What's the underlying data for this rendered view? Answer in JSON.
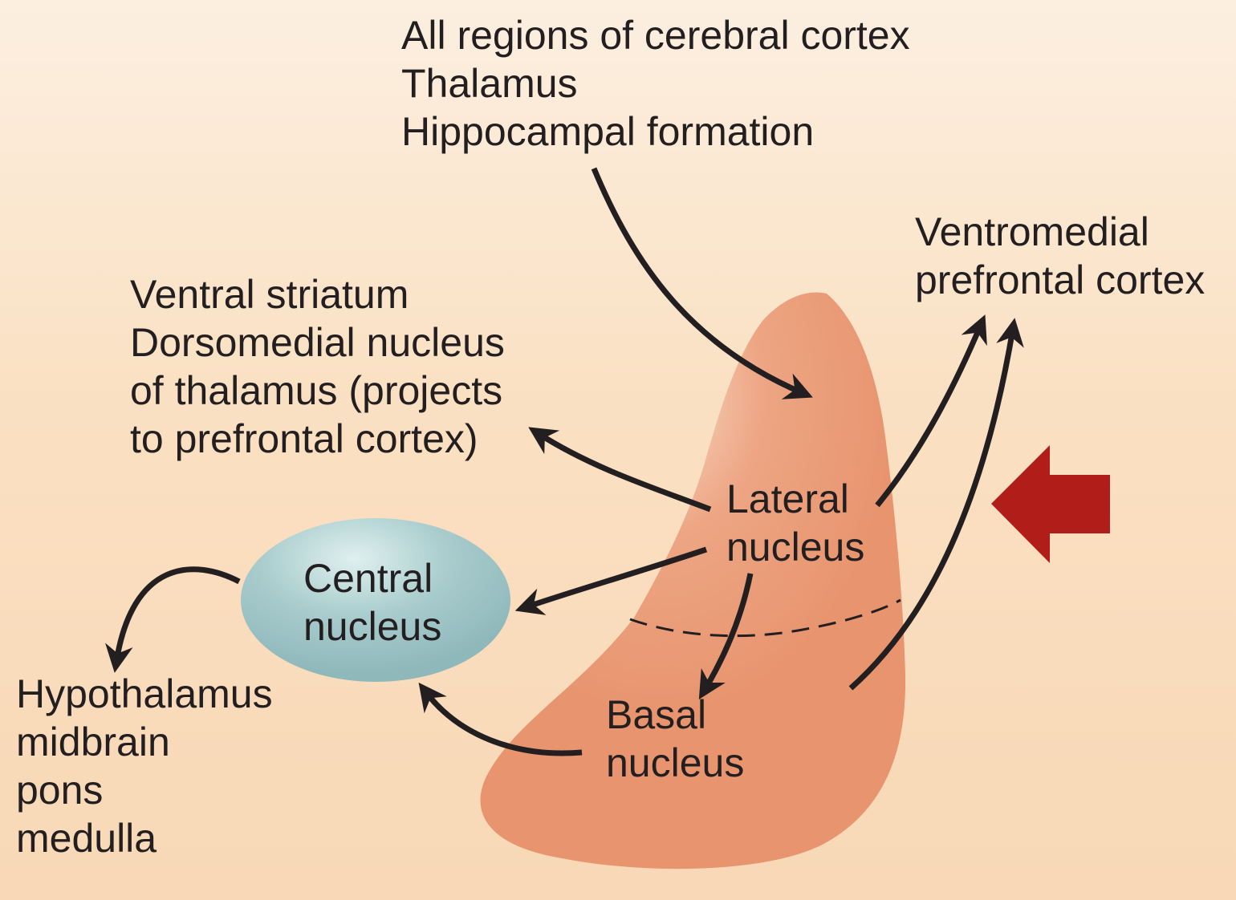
{
  "sources_top": {
    "lines": [
      "All regions of cerebral cortex",
      "Thalamus",
      "Hippocampal formation"
    ]
  },
  "ventromedial": {
    "lines": [
      "Ventromedial",
      "prefrontal cortex"
    ]
  },
  "ventral_striatum": {
    "lines": [
      "Ventral striatum",
      "Dorsomedial nucleus",
      "of thalamus (projects",
      "to prefrontal cortex)"
    ]
  },
  "lateral_nucleus": {
    "lines": [
      "Lateral",
      "nucleus"
    ]
  },
  "central_nucleus": {
    "lines": [
      "Central",
      "nucleus"
    ]
  },
  "basal_nucleus": {
    "lines": [
      "Basal",
      "nucleus"
    ]
  },
  "brainstem_targets": {
    "lines": [
      "Hypothalamus",
      "midbrain",
      "pons",
      "medulla"
    ]
  },
  "colors": {
    "amygdala_fill": "#e89a74",
    "central_nucleus_fill": "#9fc4c6",
    "indicator_arrow": "#b11e1a",
    "arrow_stroke": "#231f20"
  }
}
